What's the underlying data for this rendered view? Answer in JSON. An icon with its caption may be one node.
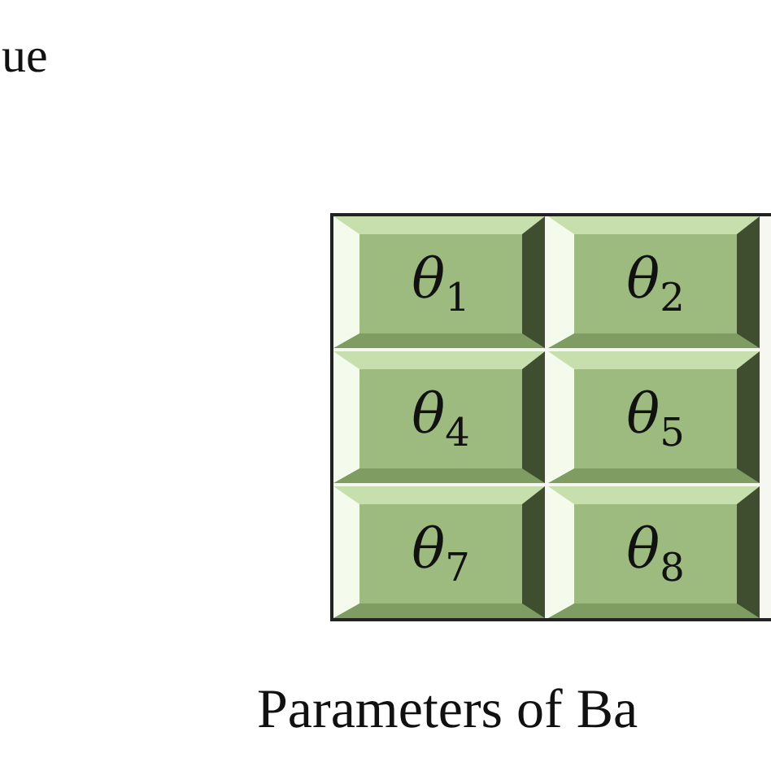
{
  "diagram": {
    "nodes": [
      {
        "text": [
          "θ$_{1}$"
        ]
      },
      {
        "text": [
          "θ$_{2}$"
        ]
      },
      {
        "text": [
          "θ$_{4}$"
        ]
      },
      {
        "text": [
          "θ$_{5}$"
        ]
      },
      {
        "text": [
          "θ$_{7}$"
        ]
      },
      {
        "text": [
          "θ$_{8}$"
        ]
      }
    ],
    "edges": [],
    "labels": [
      "ue",
      "Parameters of Ba"
    ]
  }
}
